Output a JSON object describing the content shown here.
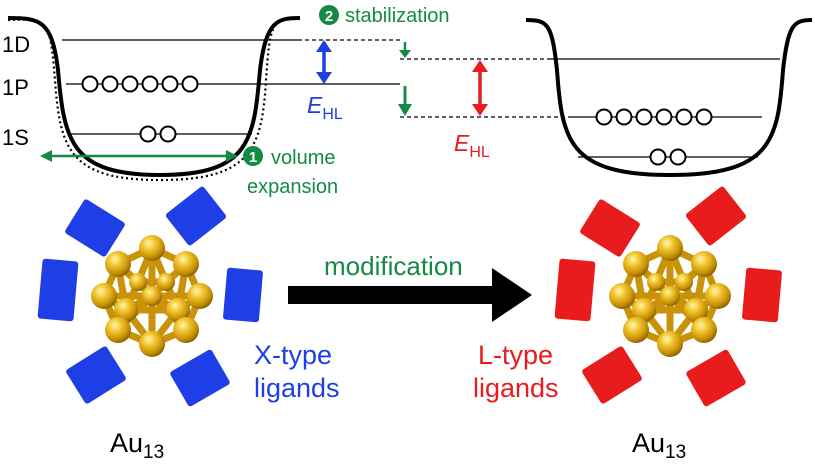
{
  "colors": {
    "xtype": "#1f3fe6",
    "ltype": "#e81c1c",
    "green": "#148a45",
    "gold": "#e2b01a",
    "black": "#000000"
  },
  "left": {
    "levels": [
      "1D",
      "1P",
      "1S"
    ],
    "ehl_main": "E",
    "ehl_sub": "HL",
    "step1_num": "1",
    "step1_line1": "volume",
    "step1_line2": "expansion",
    "ligand_line1": "X-type",
    "ligand_line2": "ligands",
    "cluster_main": "Au",
    "cluster_sub": "13"
  },
  "middle": {
    "step2_num": "2",
    "step2_label": "stabilization",
    "ehl_main": "E",
    "ehl_sub": "HL",
    "arrow_label": "modification"
  },
  "right": {
    "ligand_line1": "L-type",
    "ligand_line2": "ligands",
    "cluster_main": "Au",
    "cluster_sub": "13"
  },
  "electrons": {
    "p_count": 6,
    "s_count": 2
  }
}
